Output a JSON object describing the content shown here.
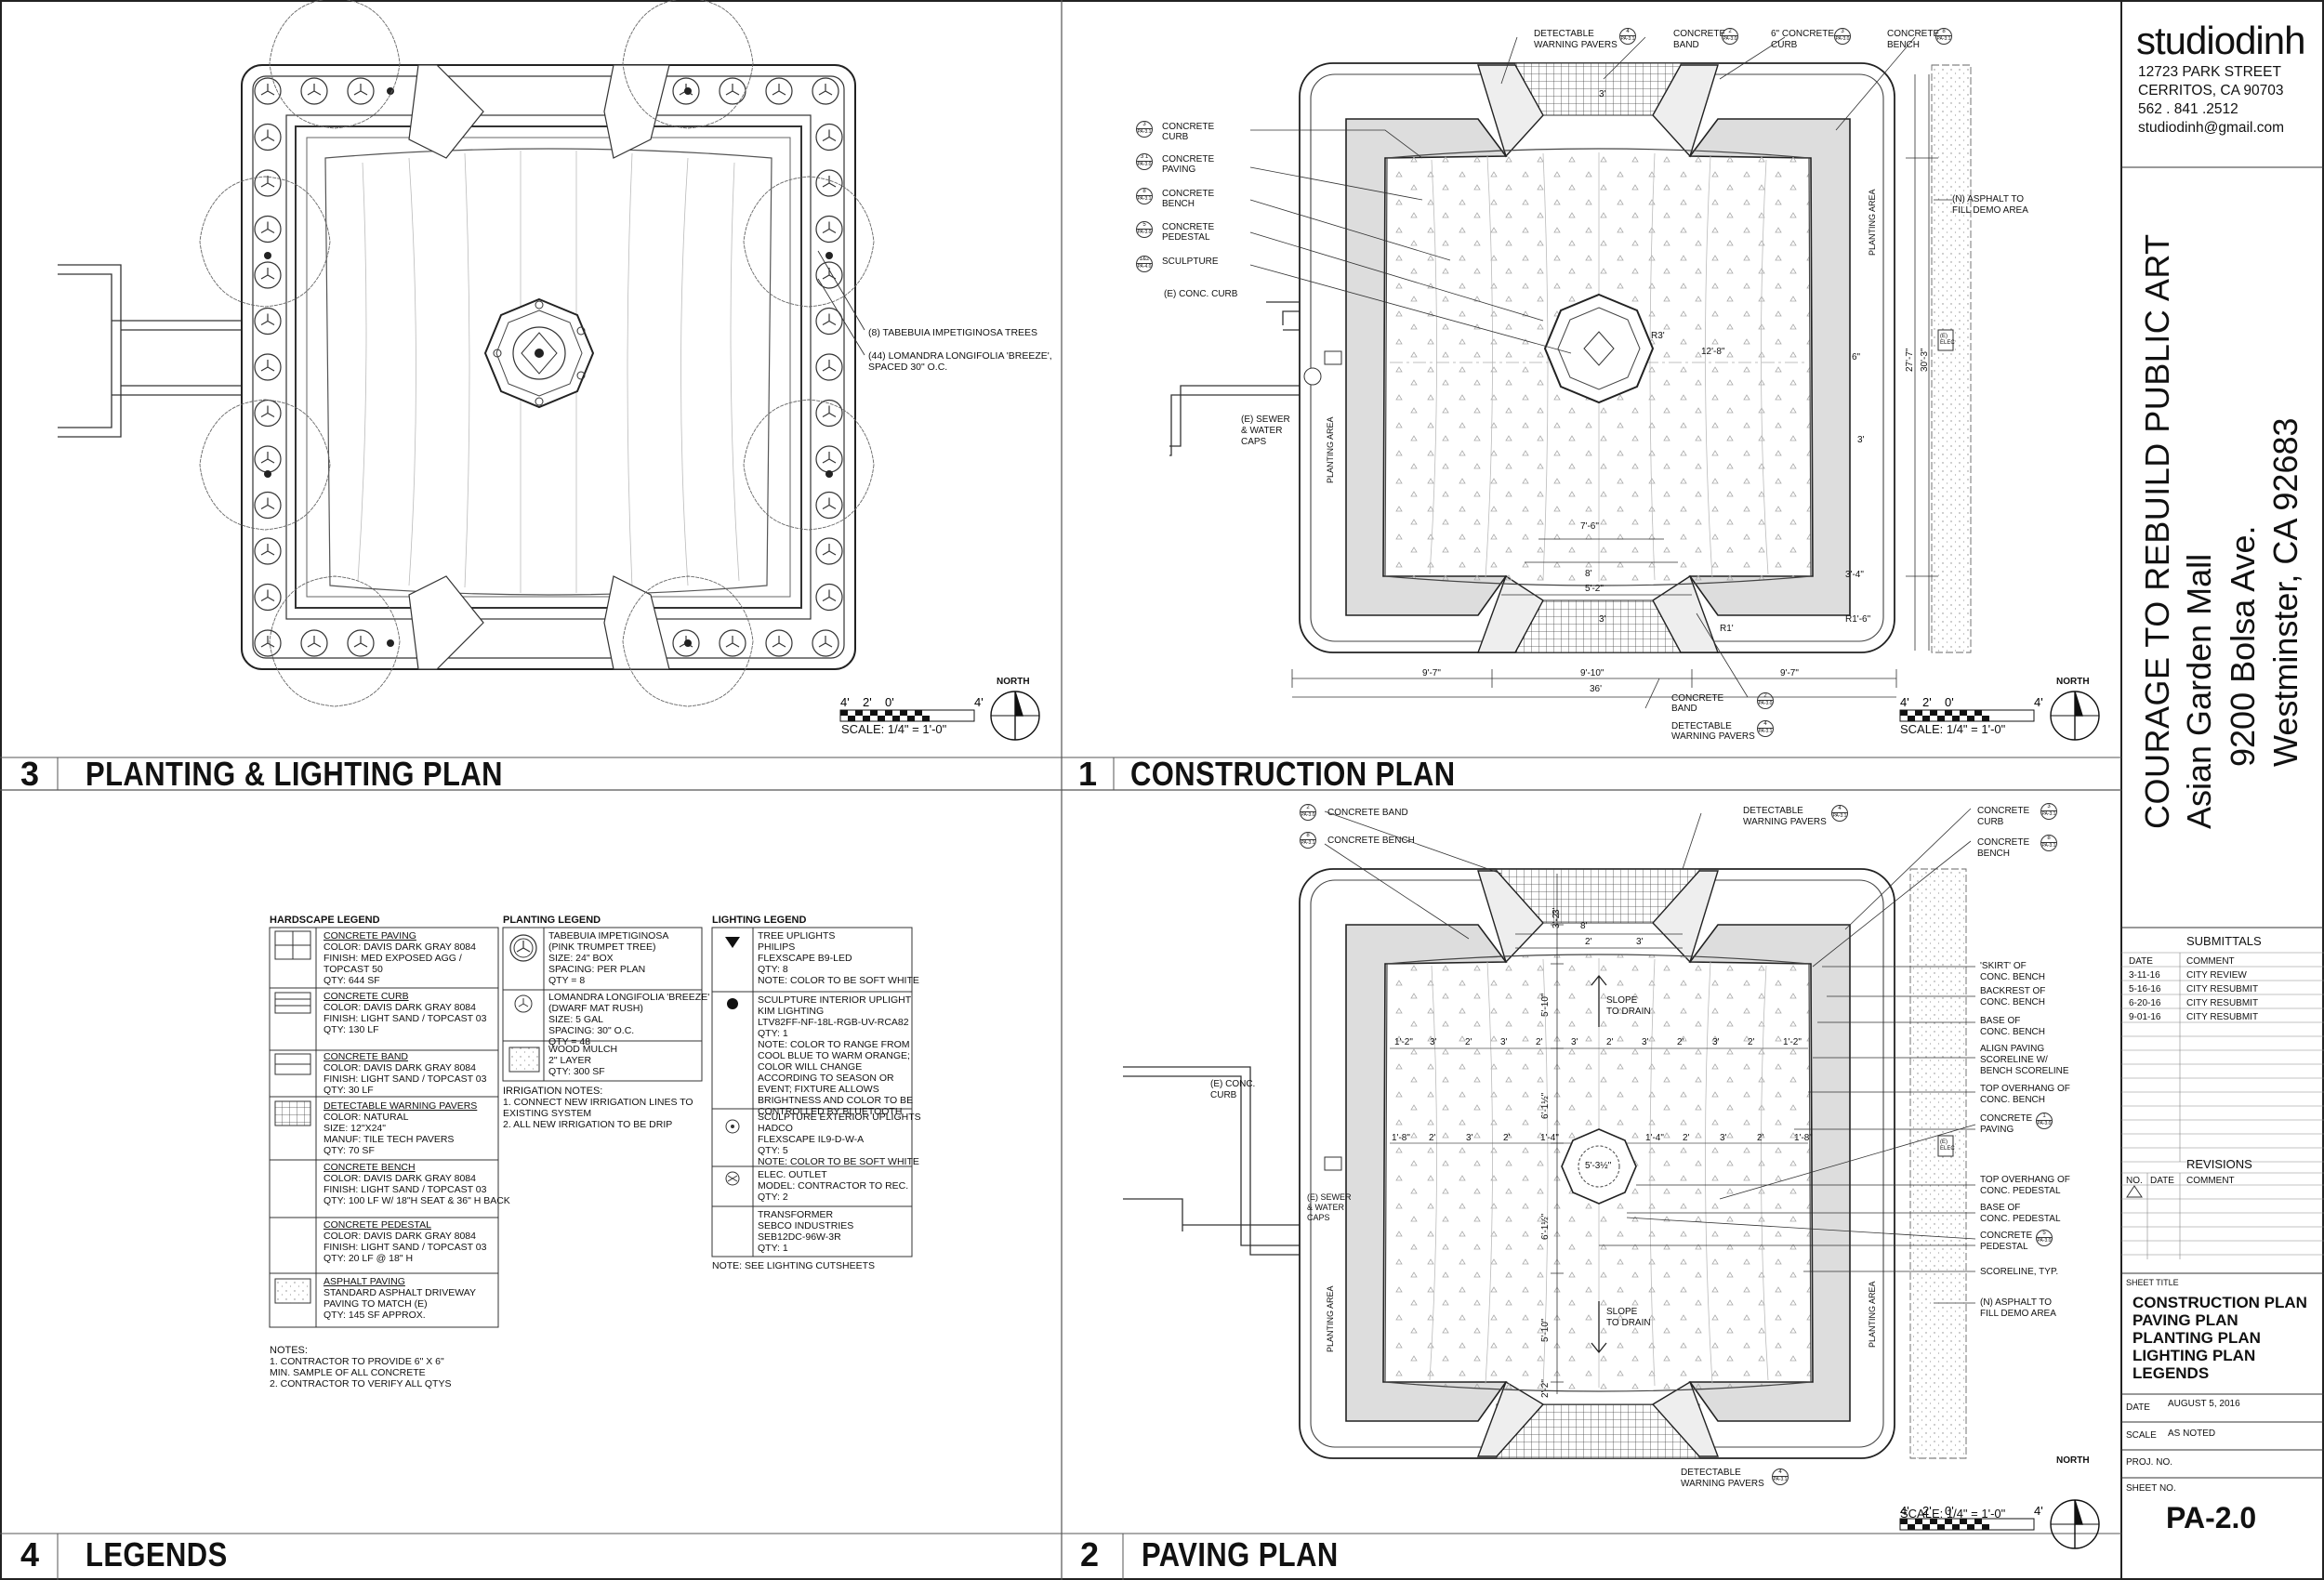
{
  "firm": {
    "name": "studiodinh",
    "address_lines": [
      "12723 PARK STREET",
      "CERRITOS, CA  90703",
      "562 . 841 .2512",
      "studiodinh@gmail.com"
    ]
  },
  "project": {
    "title": "COURAGE TO REBUILD PUBLIC ART",
    "name": "Asian Garden Mall",
    "street": "9200 Bolsa Ave.",
    "city": "Westminster, CA 92683"
  },
  "panels": {
    "p3": {
      "number": "3",
      "title": "PLANTING & LIGHTING PLAN"
    },
    "p1": {
      "number": "1",
      "title": "CONSTRUCTION PLAN"
    },
    "p4": {
      "number": "4",
      "title": "LEGENDS"
    },
    "p2": {
      "number": "2",
      "title": "PAVING PLAN"
    }
  },
  "scale": {
    "label": "SCALE: 1/4\" = 1'-0\"",
    "ticks": [
      "4'",
      "2'",
      "0'",
      "4'"
    ],
    "north": "NORTH"
  },
  "planting_plan": {
    "callouts": [
      "(8) TABEBUIA  IMPETIGINOSA TREES",
      "(44) LOMANDRA LONGIFOLIA 'BREEZE',",
      "SPACED 30\" O.C."
    ]
  },
  "construction_plan": {
    "labels_left": [
      {
        "ref": "3",
        "sheet": "PA-3.1",
        "text1": "CONCRETE",
        "text2": "CURB"
      },
      {
        "ref": "3 1",
        "sheet": "PA-3.0",
        "text1": "CONCRETE",
        "text2": "PAVING"
      },
      {
        "ref": "8",
        "sheet": "PA-3.1",
        "text1": "CONCRETE",
        "text2": "BENCH"
      },
      {
        "ref": "5",
        "sheet": "PA-3.0",
        "text1": "CONCRETE",
        "text2": "PEDESTAL"
      },
      {
        "ref": "1&2",
        "sheet": "PA-4.0",
        "text1": "SCULPTURE",
        "text2": ""
      }
    ],
    "labels_top": [
      {
        "ref": "4",
        "sheet": "PA-3.1",
        "text1": "DETECTABLE",
        "text2": "WARNING PAVERS"
      },
      {
        "ref": "2",
        "sheet": "PA-3.0",
        "text1": "CONCRETE",
        "text2": "BAND"
      },
      {
        "ref": "3",
        "sheet": "PA-3.0",
        "text1": "6\" CONCRETE",
        "text2": "CURB"
      },
      {
        "ref": "8",
        "sheet": "PA-3.1",
        "text1": "CONCRETE",
        "text2": "BENCH"
      }
    ],
    "e_curb": "(E) CONC. CURB",
    "e_sewer": [
      "(E) SEWER",
      "& WATER",
      "CAPS"
    ],
    "asphalt": [
      "(N) ASPHALT TO",
      "FILL DEMO AREA"
    ],
    "planting_area": "PLANTING AREA",
    "elec": "(E) ELEC",
    "bottom_labels": [
      {
        "ref": "2",
        "sheet": "PA-3.0",
        "text1": "CONCRETE",
        "text2": "BAND"
      },
      {
        "ref": "4",
        "sheet": "PA-3.1",
        "text1": "DETECTABLE",
        "text2": "WARNING PAVERS"
      }
    ],
    "dims": {
      "d1": "12'-8\"",
      "d2": "6\"",
      "d3": "3'",
      "d4": "27'-7\"",
      "d5": "30'-3\"",
      "d6": "7'-6\"",
      "d7": "8'",
      "d8": "5'-2\"",
      "d9": "R3'",
      "d10": "R1'",
      "d11": "R1'-6\"",
      "d12": "3'-4\"",
      "d13": "9'-7\"",
      "d14": "9'-10\"",
      "d15": "9'-7\"",
      "d16": "36'",
      "d17": "3'",
      "d18": "3'"
    }
  },
  "paving_plan": {
    "labels_left": [
      {
        "ref": "2",
        "sheet": "PA-3.0",
        "text1": "CONCRETE BAND"
      },
      {
        "ref": "8",
        "sheet": "PA-3.1",
        "text1": "CONCRETE BENCH"
      }
    ],
    "labels_top": [
      {
        "ref": "4",
        "sheet": "PA-3.1",
        "text1": "DETECTABLE",
        "text2": "WARNING PAVERS"
      }
    ],
    "labels_right": [
      {
        "ref": "3",
        "sheet": "PA-3.1",
        "text1": "CONCRETE",
        "text2": "CURB"
      },
      {
        "ref": "8",
        "sheet": "PA-3.1",
        "text1": "CONCRETE",
        "text2": "BENCH"
      }
    ],
    "notes_right": [
      [
        "'SKIRT' OF",
        "CONC. BENCH"
      ],
      [
        "BACKREST OF",
        "CONC. BENCH"
      ],
      [
        "BASE OF",
        "CONC. BENCH"
      ],
      [
        "ALIGN PAVING",
        "SCORELINE W/",
        "BENCH SCORELINE"
      ],
      [
        "TOP OVERHANG OF",
        "CONC. BENCH"
      ],
      [
        "CONCRETE",
        "PAVING"
      ],
      [
        "TOP OVERHANG OF",
        "CONC. PEDESTAL"
      ],
      [
        "BASE OF",
        "CONC. PEDESTAL"
      ],
      [
        "CONCRETE",
        "PEDESTAL"
      ],
      [
        "SCORELINE, TYP."
      ],
      [
        "(N) ASPHALT TO",
        "FILL DEMO AREA"
      ]
    ],
    "paving_refs": [
      {
        "ref": "1",
        "sheet": "PA-3.0"
      },
      {
        "ref": "5",
        "sheet": "PA-3.0"
      }
    ],
    "slope": [
      "SLOPE",
      "TO DRAIN"
    ],
    "e_curb": [
      "(E) CONC.",
      "CURB"
    ],
    "e_sewer": [
      "(E) SEWER",
      "& WATER",
      "CAPS"
    ],
    "planting_area": "PLANTING AREA",
    "elec": "(E) ELEC",
    "bottom_label": {
      "ref": "4",
      "sheet": "PA-3.1",
      "text1": "DETECTABLE",
      "text2": "WARNING PAVERS"
    },
    "dims_top": [
      "3'",
      "2'",
      "3'",
      "8'",
      "3'-2\"",
      "5'-10\"",
      "6'-1½\"",
      "5'-3½\"",
      "6'-1½\"",
      "5'-10\"",
      "2'-2\""
    ],
    "dims_row1": [
      "1'-2\"",
      "3'",
      "2'",
      "3'",
      "2'",
      "3'",
      "2'",
      "3'",
      "2'",
      "3'",
      "2'",
      "1'-2\""
    ],
    "dims_row2": [
      "1'-8\"",
      "2'",
      "3'",
      "2'",
      "1'-4\"",
      "1'-4\"",
      "2'",
      "3'",
      "2'",
      "1'-8\""
    ]
  },
  "legends": {
    "hardscape": {
      "title": "HARDSCAPE LEGEND",
      "items": [
        {
          "name": "CONCRETE PAVING",
          "lines": [
            "COLOR: DAVIS DARK GRAY 8084",
            "FINISH: MED EXPOSED AGG /",
            "TOPCAST 50",
            "QTY: 644 SF"
          ]
        },
        {
          "name": "CONCRETE CURB",
          "lines": [
            "COLOR: DAVIS DARK GRAY 8084",
            "FINISH: LIGHT SAND / TOPCAST 03",
            "QTY: 130 LF"
          ]
        },
        {
          "name": "CONCRETE BAND",
          "lines": [
            "COLOR: DAVIS DARK GRAY 8084",
            "FINISH: LIGHT SAND / TOPCAST 03",
            "QTY: 30 LF"
          ]
        },
        {
          "name": "DETECTABLE WARNING PAVERS",
          "lines": [
            "COLOR: NATURAL",
            "SIZE: 12\"X24\"",
            "MANUF: TILE TECH PAVERS",
            "QTY: 70 SF"
          ]
        },
        {
          "name": "CONCRETE BENCH",
          "lines": [
            "COLOR: DAVIS DARK GRAY 8084",
            "FINISH: LIGHT SAND / TOPCAST 03",
            "QTY: 100 LF W/ 18\"H SEAT & 36\" H BACK"
          ]
        },
        {
          "name": "CONCRETE PEDESTAL",
          "lines": [
            "COLOR: DAVIS DARK GRAY 8084",
            "FINISH: LIGHT SAND / TOPCAST 03",
            "QTY: 20 LF @ 18\" H"
          ]
        },
        {
          "name": "ASPHALT PAVING",
          "lines": [
            "STANDARD ASPHALT DRIVEWAY",
            "PAVING TO MATCH (E)",
            "QTY: 145 SF APPROX."
          ]
        }
      ],
      "notes_title": "NOTES:",
      "notes": [
        "1.    CONTRACTOR TO PROVIDE 6\" X 6\"",
        "       MIN. SAMPLE OF ALL CONCRETE",
        "2.    CONTRACTOR TO VERIFY ALL QTYS"
      ]
    },
    "planting": {
      "title": "PLANTING LEGEND",
      "items": [
        {
          "lines": [
            "TABEBUIA IMPETIGINOSA",
            "(PINK TRUMPET TREE)",
            "SIZE: 24\" BOX",
            "SPACING: PER PLAN",
            "QTY = 8"
          ]
        },
        {
          "lines": [
            "LOMANDRA LONGIFOLIA 'BREEZE'",
            "(DWARF MAT RUSH)",
            "SIZE: 5 GAL",
            "SPACING: 30\" O.C.",
            "QTY = 48"
          ]
        },
        {
          "lines": [
            "WOOD MULCH",
            "2\" LAYER",
            "QTY: 300 SF"
          ]
        }
      ],
      "irrigation_title": "IRRIGATION NOTES:",
      "irrigation": [
        "1.    CONNECT NEW IRRIGATION LINES TO",
        "       EXISTING SYSTEM",
        "2.    ALL NEW IRRIGATION TO BE DRIP"
      ]
    },
    "lighting": {
      "title": "LIGHTING LEGEND",
      "items": [
        {
          "lines": [
            "TREE UPLIGHTS",
            "PHILIPS",
            "FLEXSCAPE B9-LED",
            "QTY: 8",
            "NOTE: COLOR TO BE SOFT WHITE"
          ]
        },
        {
          "lines": [
            "SCULPTURE INTERIOR UPLIGHT",
            "KIM LIGHTING",
            "LTV82FF-NF-18L-RGB-UV-RCA82",
            "QTY: 1",
            "NOTE: COLOR TO RANGE FROM",
            "COOL BLUE TO WARM ORANGE;",
            "COLOR WILL CHANGE",
            "ACCORDING TO SEASON OR",
            "EVENT; FIXTURE ALLOWS",
            "BRIGHTNESS AND COLOR TO BE",
            "CONTROLLED BY BLUETOOTH"
          ]
        },
        {
          "lines": [
            "SCULPTURE EXTERIOR UPLIGHTS",
            "HADCO",
            "FLEXSCAPE IL9-D-W-A",
            "QTY: 5",
            "NOTE: COLOR TO BE SOFT WHITE"
          ]
        },
        {
          "lines": [
            "ELEC. OUTLET",
            "MODEL: CONTRACTOR TO REC.",
            "QTY: 2"
          ]
        },
        {
          "lines": [
            "TRANSFORMER",
            "SEBCO INDUSTRIES",
            "SEB12DC-96W-3R",
            "QTY: 1"
          ]
        }
      ],
      "note": "NOTE: SEE LIGHTING CUTSHEETS"
    }
  },
  "submittals": {
    "title": "SUBMITTALS",
    "headers": [
      "DATE",
      "COMMENT"
    ],
    "rows": [
      [
        "3-11-16",
        "CITY REVIEW"
      ],
      [
        "5-16-16",
        "CITY RESUBMIT"
      ],
      [
        "6-20-16",
        "CITY RESUBMIT"
      ],
      [
        "9-01-16",
        "CITY RESUBMIT"
      ]
    ]
  },
  "revisions": {
    "title": "REVISIONS",
    "headers": [
      "NO.",
      "DATE",
      "COMMENT"
    ]
  },
  "sheet_title": {
    "label": "SHEET TITLE",
    "lines": [
      "CONSTRUCTION PLAN",
      "PAVING PLAN",
      "PLANTING PLAN",
      "LIGHTING PLAN",
      "LEGENDS"
    ]
  },
  "info": {
    "date_label": "DATE",
    "date_value": "AUGUST 5, 2016",
    "scale_label": "SCALE",
    "scale_value": "AS NOTED",
    "proj_label": "PROJ. NO.",
    "sheet_label": "SHEET NO.",
    "sheet_value": "PA-2.0"
  }
}
